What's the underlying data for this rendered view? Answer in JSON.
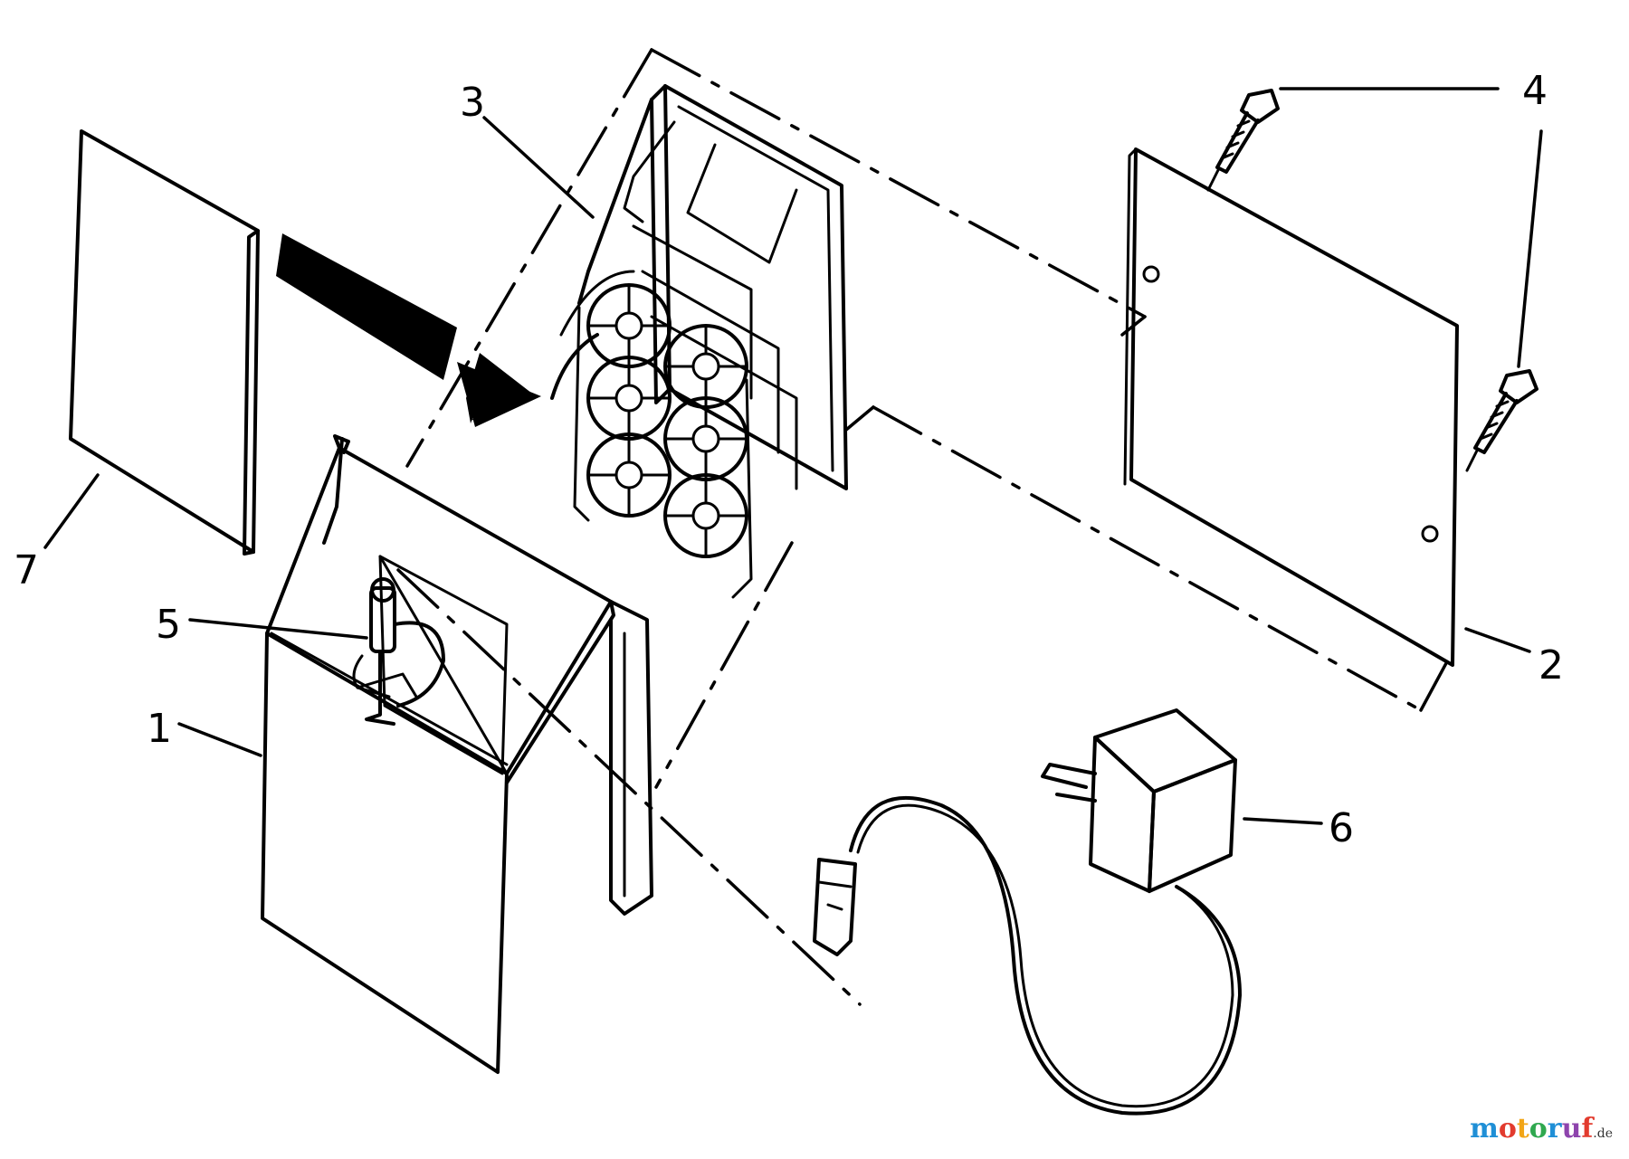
{
  "diagram": {
    "callouts": [
      {
        "id": "c1",
        "label": "1"
      },
      {
        "id": "c2",
        "label": "2"
      },
      {
        "id": "c3",
        "label": "3"
      },
      {
        "id": "c4",
        "label": "4"
      },
      {
        "id": "c5",
        "label": "5"
      },
      {
        "id": "c6",
        "label": "6"
      },
      {
        "id": "c7",
        "label": "7"
      }
    ]
  },
  "watermark": {
    "text": "motoruf",
    "suffix": ".de",
    "colors": [
      "#1f8fd6",
      "#e23b2e",
      "#f2a516",
      "#2fa84f",
      "#1f8fd6",
      "#8e44ad",
      "#e23b2e"
    ]
  }
}
